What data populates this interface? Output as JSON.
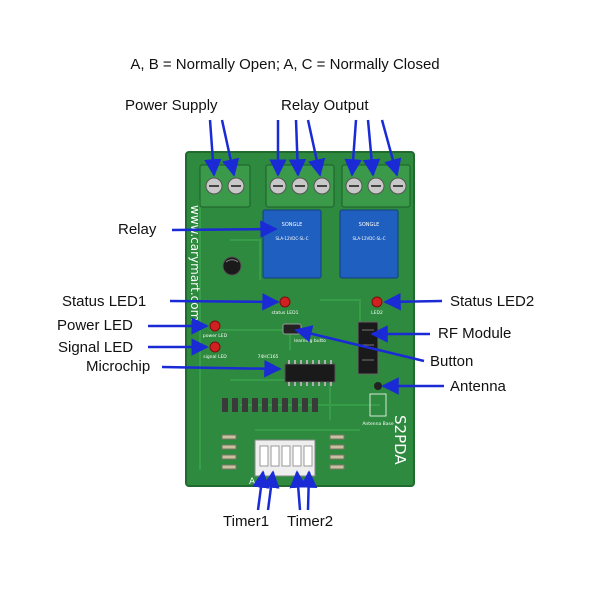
{
  "caption": "A, B = Normally Open; A, C = Normally Closed",
  "labels": {
    "power_supply": "Power Supply",
    "relay_output": "Relay Output",
    "relay": "Relay",
    "status_led1": "Status LED1",
    "status_led2": "Status LED2",
    "power_led": "Power LED",
    "rf_module": "RF Module",
    "signal_led": "Signal LED",
    "button": "Button",
    "microchip": "Microchip",
    "antenna": "Antenna",
    "timer1": "Timer1",
    "timer2": "Timer2"
  },
  "board": {
    "website": "www.carymart.com",
    "model": "S2PDA",
    "relay_brand": "SONGLE",
    "relay_part": "SLA-12VDC-SL-C",
    "silk_status_led": "status LED1",
    "silk_status_led2": "LED2",
    "silk_power_led": "power LED",
    "silk_signal_led": "signal LED",
    "silk_learning": "learning butto",
    "silk_antenna_base": "Antenna Base",
    "silk_chip": "74HC165",
    "silk_timer_a": "A"
  },
  "colors": {
    "pcb": "#2d8a3e",
    "arrow": "#1a2bd6",
    "relay": "#1f5fbf",
    "terminal": "#3a9a4a",
    "led": "#d02020"
  }
}
